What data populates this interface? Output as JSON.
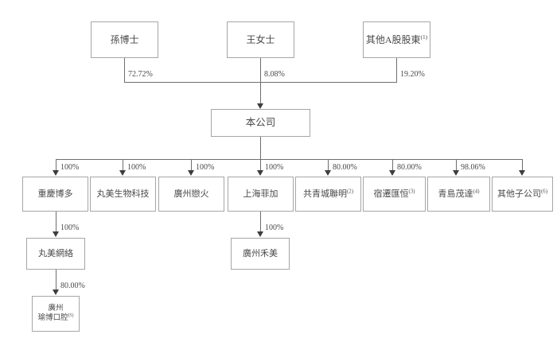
{
  "diagram": {
    "type": "org-ownership-chart",
    "title": "",
    "shareholders": [
      {
        "id": "sun",
        "label": "孫博士",
        "note": "",
        "pct": "72.72%"
      },
      {
        "id": "wang",
        "label": "王女士",
        "note": "",
        "pct": "8.08%"
      },
      {
        "id": "othera",
        "label": "其他A股股東",
        "note": "(1)",
        "pct": "19.20%"
      }
    ],
    "company": {
      "id": "company",
      "label": "本公司"
    },
    "subsidiaries": [
      {
        "id": "chongqing-boduo",
        "label": "重慶博多",
        "note": "",
        "pct": "100%"
      },
      {
        "id": "wanmei-shengwu",
        "label": "丸美生物科技",
        "note": "",
        "pct": "100%"
      },
      {
        "id": "guangzhou-lianhuo",
        "label": "廣州戀火",
        "note": "",
        "pct": "100%"
      },
      {
        "id": "shanghai-feijia",
        "label": "上海菲加",
        "note": "",
        "pct": "100%"
      },
      {
        "id": "gongqingcheng",
        "label": "共青城聯明",
        "note": "(2)",
        "pct": "80.00%"
      },
      {
        "id": "suqian-huiheng",
        "label": "宿遷匯恒",
        "note": "(3)",
        "pct": "80.00%"
      },
      {
        "id": "qingdao-maoda",
        "label": "青島茂達",
        "note": "(4)",
        "pct": "98.06%"
      },
      {
        "id": "other-subs",
        "label": "其他子公司",
        "note": "(6)",
        "pct": ""
      }
    ],
    "descendants": [
      {
        "id": "wanmei-wangluo",
        "label": "丸美網絡",
        "note": "",
        "pct": "100%",
        "parent": "chongqing-boduo"
      },
      {
        "id": "guangzhou-yubo",
        "label": "廣州\n瑜博口腔",
        "note": "(5)",
        "pct": "80.00%",
        "parent": "wanmei-wangluo"
      },
      {
        "id": "guangzhou-hemei",
        "label": "廣州禾美",
        "note": "",
        "pct": "100%",
        "parent": "shanghai-feijia"
      }
    ],
    "colors": {
      "background": "#ffffff",
      "box_border": "#a6a6a6",
      "connector": "#6e6e6e",
      "arrow": "#3d3d3d",
      "text": "#4a4a4a"
    }
  }
}
